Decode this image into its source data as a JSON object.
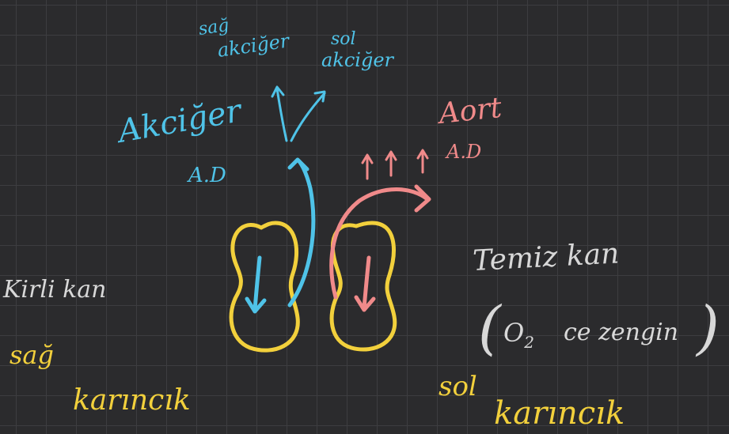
{
  "colors": {
    "background": "#2b2b2d",
    "grid": "#3d3d40",
    "cyan": "#4fc3e8",
    "pink": "#f08a8a",
    "yellow": "#f2d03c",
    "white": "#d8d8d8"
  },
  "labels": {
    "sag_akciger_1": "sağ",
    "sag_akciger_2": "akciğer",
    "sol_akciger_1": "sol",
    "sol_akciger_2": "akciğer",
    "akciger": "Akciğer",
    "akciger_ad": "A.D",
    "aort": "Aort",
    "aort_ad": "A.D",
    "kirli_kan": "Kirli kan",
    "sag": "sağ",
    "sag_karincik": "karıncık",
    "temiz_kan": "Temiz kan",
    "o2_open": "(",
    "o2": "O",
    "o2_sub": "2",
    "ce_zengin": "ce zengin",
    "o2_close": ")",
    "sol": "sol",
    "sol_karincik": "karıncık"
  }
}
